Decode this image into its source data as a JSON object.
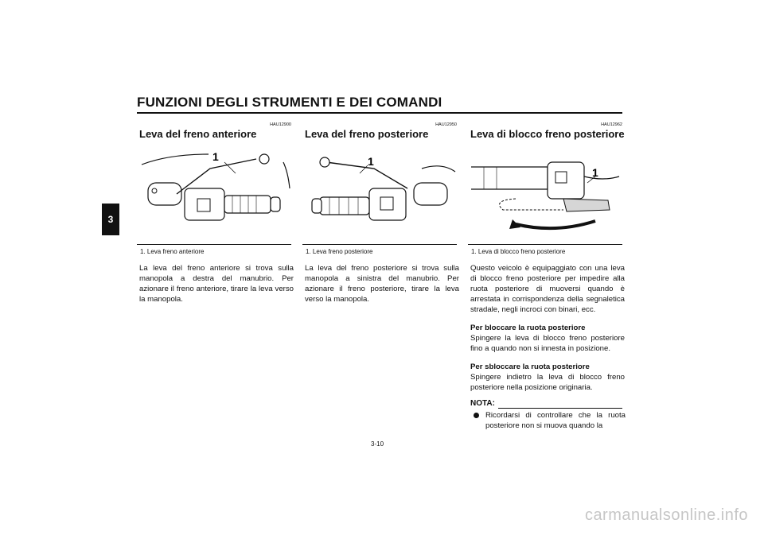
{
  "header": {
    "title": "FUNZIONI DEGLI STRUMENTI E DEI COMANDI",
    "chapter_tab": "3"
  },
  "sections": [
    {
      "code": "HAU12900",
      "heading": "Leva del freno anteriore",
      "figure_callout": "1",
      "caption": "1. Leva freno anteriore",
      "body": "La leva del freno anteriore si trova sulla manopola a destra del manubrio. Per azionare il freno anteriore, tirare la leva verso la manopola."
    },
    {
      "code": "HAU12950",
      "heading": "Leva del freno posteriore",
      "figure_callout": "1",
      "caption": "1. Leva freno posteriore",
      "body": "La leva del freno posteriore si trova sulla manopola a sinistra del manubrio. Per azionare il freno posteriore, tirare la leva verso la manopola."
    },
    {
      "code": "HAU12962",
      "heading": "Leva di blocco freno posteriore",
      "figure_callout": "1",
      "caption": "1. Leva di blocco freno posteriore",
      "body": "Questo veicolo è equipaggiato con una leva di blocco freno posteriore per impedire alla ruota posteriore di muoversi quando è arrestata in corrispondenza della segnaletica stradale, negli incroci con binari, ecc.",
      "lock_heading": "Per bloccare la ruota posteriore",
      "lock_text": "Spingere la leva di blocco freno posteriore fino a quando non si innesta in posizione.",
      "unlock_heading": "Per sbloccare la ruota posteriore",
      "unlock_text": "Spingere indietro la leva di blocco freno posteriore nella posizione originaria.",
      "note_label": "NOTA:",
      "note_bullet": "Ricordarsi di controllare che la ruota posteriore non si muova quando la"
    }
  ],
  "page_number": "3-10",
  "watermark": "carmanualsonline.info"
}
